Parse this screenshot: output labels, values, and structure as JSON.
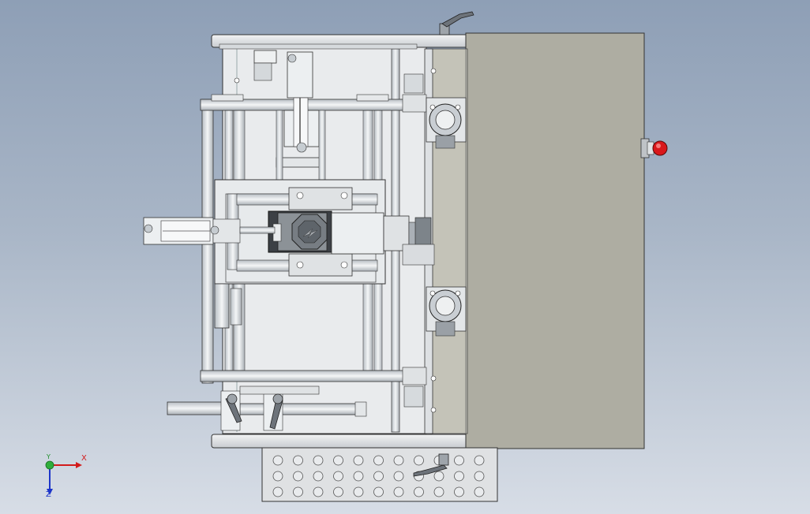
{
  "triad": {
    "x_label": "X",
    "y_label": "Y",
    "z_label": "Z"
  },
  "colors": {
    "background_top": "#8e9fb6",
    "background_bottom": "#d7dde6",
    "metal_light": "#e9ecef",
    "metal_mid": "#c9ced3",
    "enclosure": "#aeada2",
    "stop_button": "#d9171b",
    "axis_x": "#d21b1b",
    "axis_y": "#1e8f2a",
    "axis_z": "#1d35c9"
  }
}
